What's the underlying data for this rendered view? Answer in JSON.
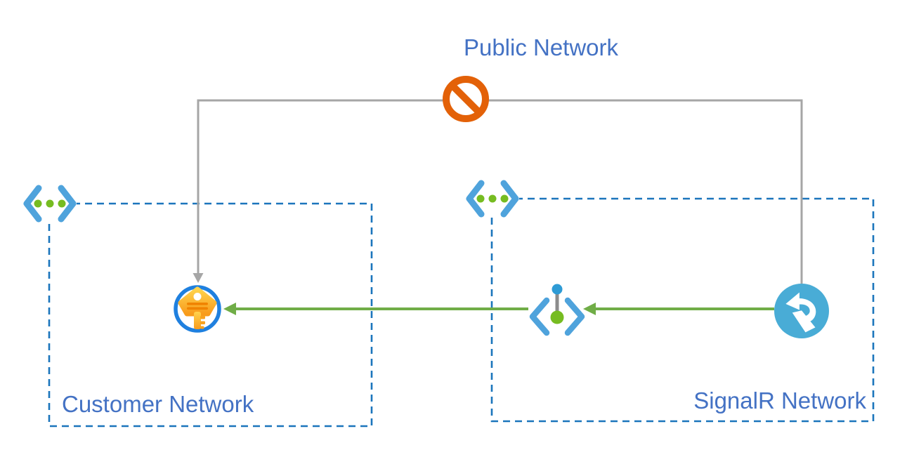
{
  "diagram": {
    "title": "Public Network",
    "boxes": {
      "customer": {
        "label": "Customer Network",
        "corner_icon": "virtual-network-icon"
      },
      "signalr": {
        "label": "SignalR Network",
        "corner_icon": "virtual-network-icon"
      }
    },
    "nodes": [
      {
        "name": "blocked-icon",
        "meaning": "public network access blocked"
      },
      {
        "name": "key-vault-icon",
        "meaning": "key inside customer network"
      },
      {
        "name": "private-endpoint-icon",
        "meaning": "private endpoint inside SignalR network"
      },
      {
        "name": "signalr-icon",
        "meaning": "SignalR service"
      }
    ],
    "connections": [
      {
        "from": "public-network",
        "to": "customer-network-and-signalr-network",
        "style": "gray-line",
        "status": "blocked"
      },
      {
        "from": "signalr-icon",
        "to": "private-endpoint-icon",
        "style": "green-arrow"
      },
      {
        "from": "private-endpoint-icon",
        "to": "key-vault-icon",
        "style": "green-arrow"
      }
    ],
    "colors": {
      "label_blue": "#4472C4",
      "dashed_border_blue": "#1B75BC",
      "bracket_blue": "#4FA3DC",
      "dot_green": "#76BC21",
      "arrow_green": "#70AD47",
      "line_gray": "#A6A6A6",
      "blocked_orange": "#E36108",
      "key_gold_top": "#FFD34D",
      "key_gold_bottom": "#F89B1C",
      "key_ring_blue": "#1F80DF",
      "signalr_blue": "#49ACD6",
      "endpoint_dot_blue": "#2E9BD5"
    }
  }
}
